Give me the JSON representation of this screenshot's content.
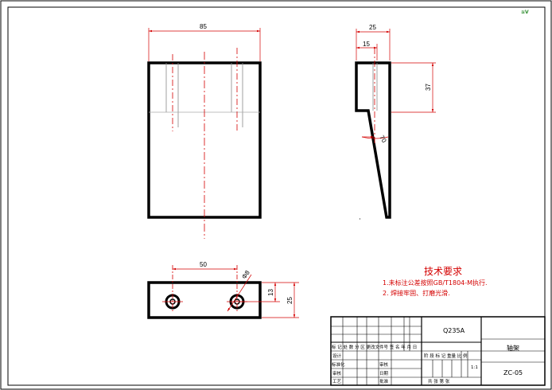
{
  "dimensions": {
    "front_width": "85",
    "side_total": "25",
    "side_inner": "15",
    "side_height": "37",
    "side_angle": "70",
    "hole_spacing": "50",
    "hole_diameter": "Φ8",
    "hole_offset": "13",
    "plate_height": "25"
  },
  "technical_requirements": {
    "title": "技术要求",
    "lines": [
      "1.未标注公差按照GB/T1804-M执行.",
      "2. 焊接牢固、打磨光滑."
    ]
  },
  "title_block": {
    "material": "Q235A",
    "part_name": "轴架",
    "drawing_no": "ZC-05",
    "scale": "1:1",
    "header_row": "标 记 处 数 分 区 更改文件号 签 名 年 月 日",
    "stage_labels": "阶 段 标 记 重量 比 例",
    "sheet_labels": "共    张    第    张",
    "roles": [
      "设计",
      "标准化",
      "审核",
      "工艺"
    ],
    "role_right": [
      "",
      "批准",
      "",
      ""
    ],
    "extra_labels": [
      "",
      "审核",
      "日期",
      ""
    ]
  },
  "corner_mark": "≋V"
}
